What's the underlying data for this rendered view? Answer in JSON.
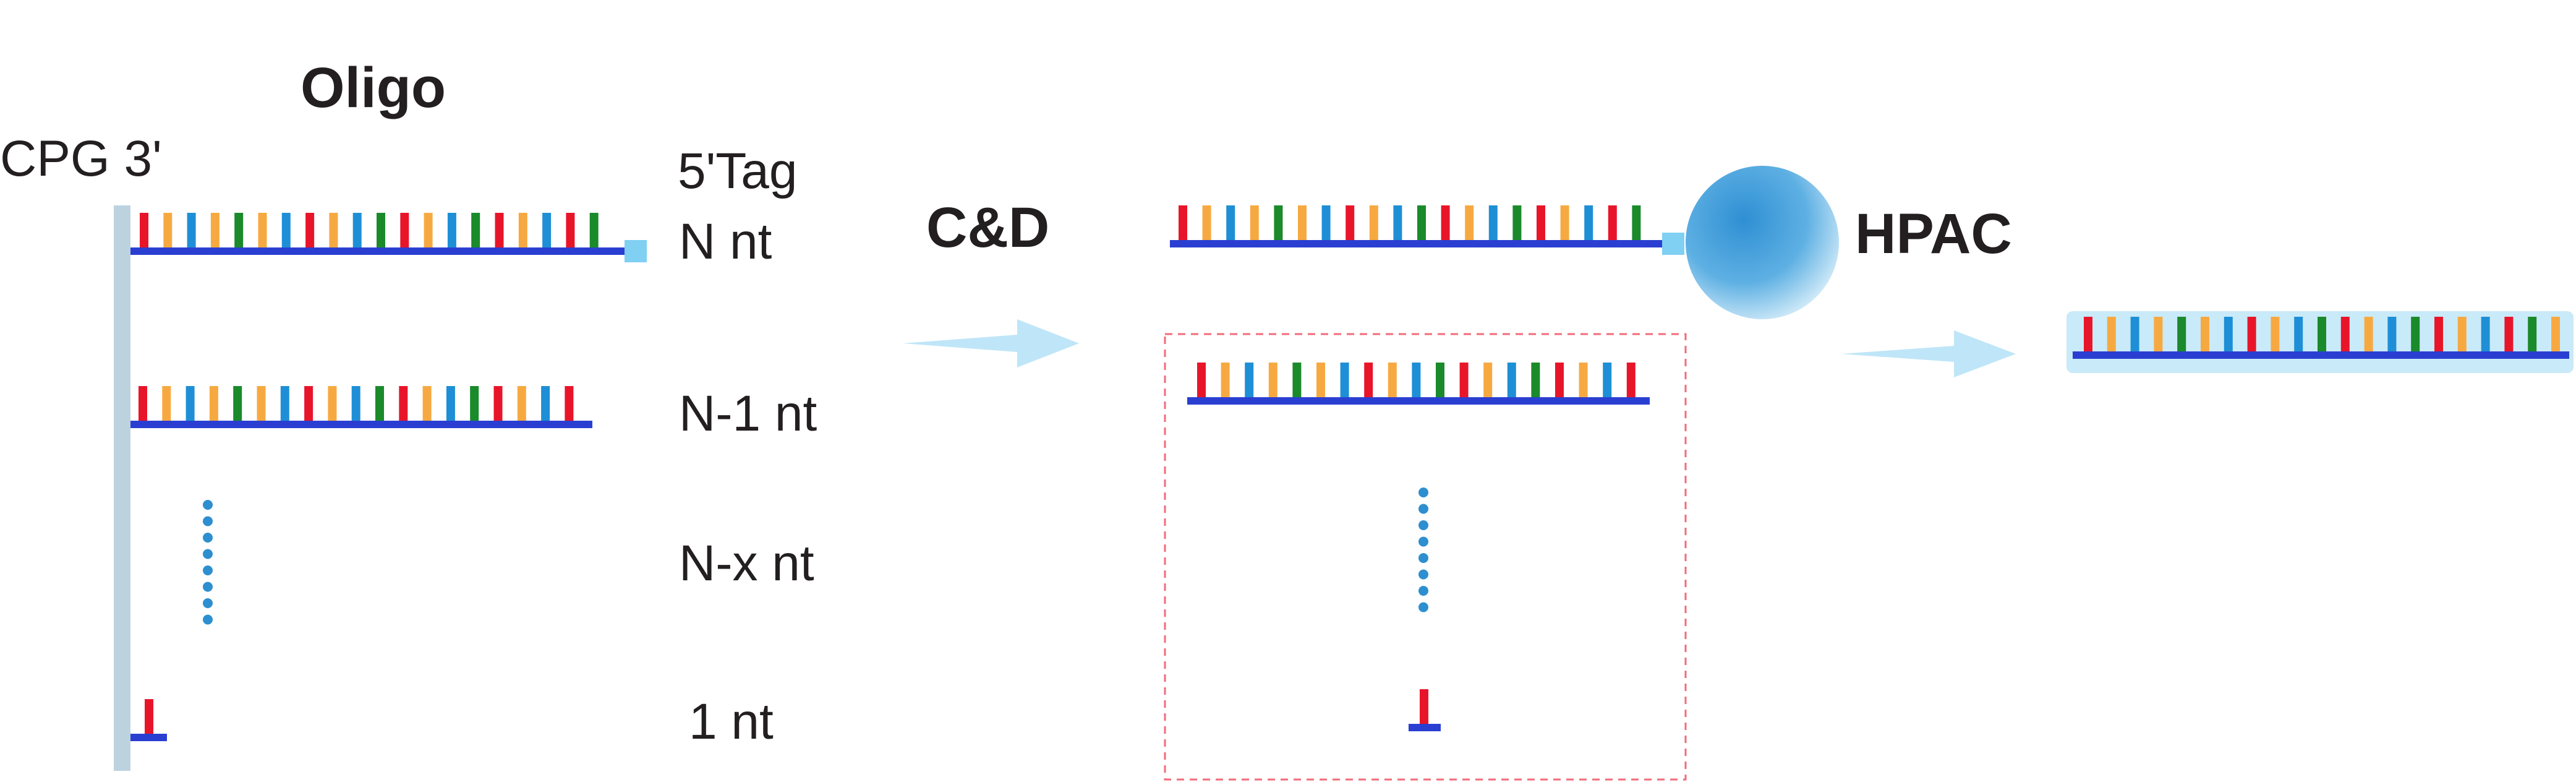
{
  "labels": {
    "oligo_title": "Oligo",
    "cpg": "CPG 3'",
    "tag": "5'Tag",
    "n_nt": "N nt",
    "n1_nt": "N-1 nt",
    "nx_nt": "N-x nt",
    "one_nt": "1 nt",
    "cd": "C&D",
    "hpac": "HPAC"
  },
  "colors": {
    "backbone": "#2a3fd1",
    "support": "#bcd3df",
    "tag": "#7fd0f2",
    "dots": "#2d8fd0",
    "box_border": "#f26b7a",
    "arrow": "#bfe6f8",
    "product_bg": "#c9eaf8",
    "text": "#231f20"
  },
  "nucleotide_pattern": [
    "#e8152a",
    "#f7a941",
    "#1e8fd6",
    "#f7a941",
    "#1a8a2b",
    "#f7a941",
    "#1e8fd6",
    "#e8152a",
    "#f7a941",
    "#1e8fd6",
    "#1a8a2b",
    "#e8152a",
    "#f7a941",
    "#1e8fd6",
    "#1a8a2b",
    "#e8152a",
    "#f7a941",
    "#1e8fd6",
    "#e8152a",
    "#1a8a2b",
    "#f7a941",
    "#1e8fd6"
  ]
}
